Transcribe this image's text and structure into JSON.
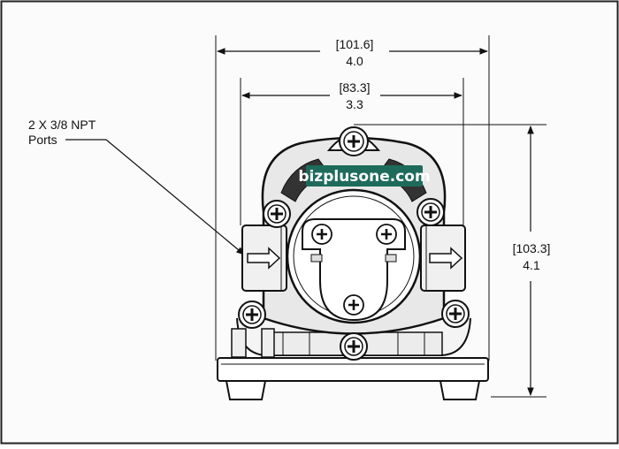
{
  "dimensions": {
    "outer_width": {
      "metric": "[101.6]",
      "imperial": "4.0"
    },
    "inner_width": {
      "metric": "[83.3]",
      "imperial": "3.3"
    },
    "height": {
      "metric": "[103.3]",
      "imperial": "4.1"
    }
  },
  "callout": {
    "line1": "2 X 3/8 NPT",
    "line2": "Ports"
  },
  "watermark": {
    "text": "bizplusone.com",
    "color": "#1e6b5c"
  }
}
